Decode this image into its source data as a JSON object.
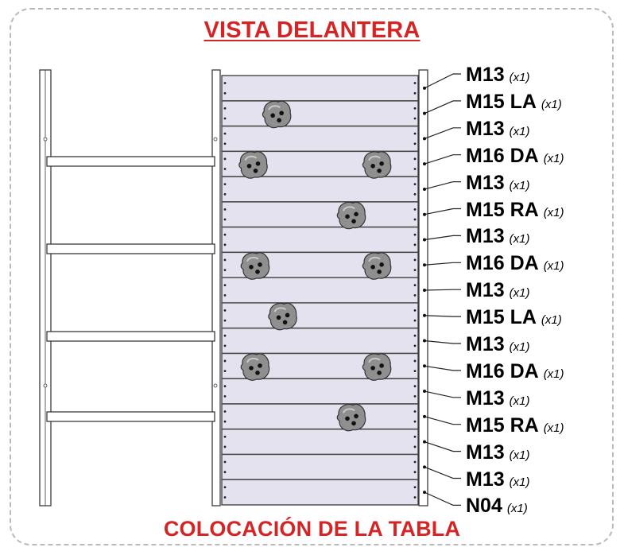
{
  "header": {
    "title": "VISTA DELANTERA"
  },
  "footer": {
    "caption": "COLOCACIÓN DE LA TABLA"
  },
  "boards": [
    {
      "code": "M13",
      "qty": "(x1)",
      "holds": []
    },
    {
      "code": "M15 LA",
      "qty": "(x1)",
      "holds": [
        0.28
      ]
    },
    {
      "code": "M13",
      "qty": "(x1)",
      "holds": []
    },
    {
      "code": "M16 DA",
      "qty": "(x1)",
      "holds": [
        0.16,
        0.79
      ]
    },
    {
      "code": "M13",
      "qty": "(x1)",
      "holds": []
    },
    {
      "code": "M15 RA",
      "qty": "(x1)",
      "holds": [
        0.66
      ]
    },
    {
      "code": "M13",
      "qty": "(x1)",
      "holds": []
    },
    {
      "code": "M16 DA",
      "qty": "(x1)",
      "holds": [
        0.17,
        0.79
      ]
    },
    {
      "code": "M13",
      "qty": "(x1)",
      "holds": []
    },
    {
      "code": "M15 LA",
      "qty": "(x1)",
      "holds": [
        0.31
      ]
    },
    {
      "code": "M13",
      "qty": "(x1)",
      "holds": []
    },
    {
      "code": "M16 DA",
      "qty": "(x1)",
      "holds": [
        0.17,
        0.79
      ]
    },
    {
      "code": "M13",
      "qty": "(x1)",
      "holds": []
    },
    {
      "code": "M15 RA",
      "qty": "(x1)",
      "holds": [
        0.66
      ]
    },
    {
      "code": "M13",
      "qty": "(x1)",
      "holds": []
    },
    {
      "code": "M13",
      "qty": "(x1)",
      "holds": []
    },
    {
      "code": "N04",
      "qty": "(x1)",
      "holds": []
    }
  ],
  "colors": {
    "title": "#d62424",
    "panel": "#e4e2ee",
    "hold": "#8f8f8f",
    "line": "#3a3a3a"
  }
}
